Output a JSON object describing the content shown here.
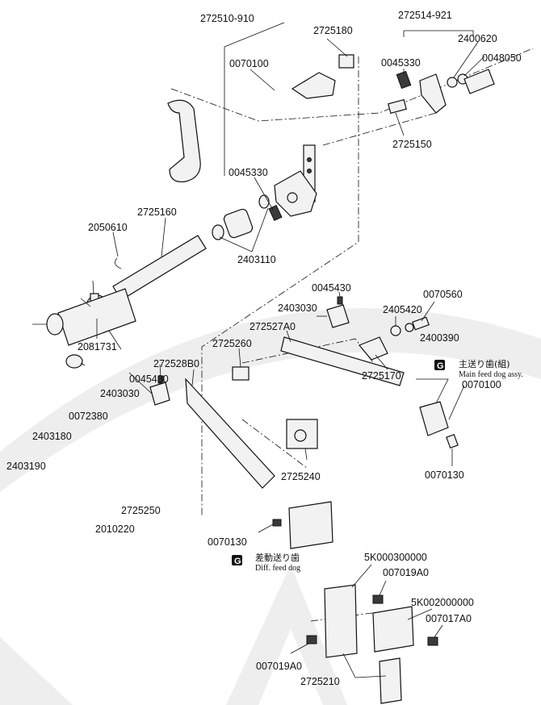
{
  "parts": {
    "p_272510_910": "272510-910",
    "p_2725180": "2725180",
    "p_272514_921": "272514-921",
    "p_0045330_top": "0045330",
    "p_2400620": "2400620",
    "p_0048050": "0048050",
    "p_0070100_top": "0070100",
    "p_2725150": "2725150",
    "p_0045330_mid": "0045330",
    "p_2725160": "2725160",
    "p_2050610": "2050610",
    "p_2403110": "2403110",
    "p_2081731": "2081731",
    "p_0045430_a": "0045430",
    "p_0070560": "0070560",
    "p_2403030_a": "2403030",
    "p_2405420": "2405420",
    "p_272527A0": "272527A0",
    "p_2400390": "2400390",
    "p_272528B0": "272528B0",
    "p_2725260": "2725260",
    "p_2725170": "2725170",
    "p_0045430_b": "0045430",
    "p_2403030_b": "2403030",
    "p_0070100_right": "0070100",
    "p_0072380": "0072380",
    "p_2403180": "2403180",
    "p_2725240": "2725240",
    "p_0070130_right": "0070130",
    "p_2403190": "2403190",
    "p_2725250": "2725250",
    "p_2010220": "2010220",
    "p_0070130_left": "0070130",
    "p_5K000300000": "5K000300000",
    "p_007019A0_top": "007019A0",
    "p_5K002000000": "5K002000000",
    "p_007017A0": "007017A0",
    "p_007019A0_bottom": "007019A0",
    "p_2725210": "2725210"
  },
  "groups": {
    "main_feed": {
      "badge": "G",
      "jp": "主送り歯(組)",
      "en": "Main feed dog assy."
    },
    "diff_feed": {
      "badge": "G",
      "jp": "差動送り歯",
      "en": "Diff. feed dog"
    }
  }
}
